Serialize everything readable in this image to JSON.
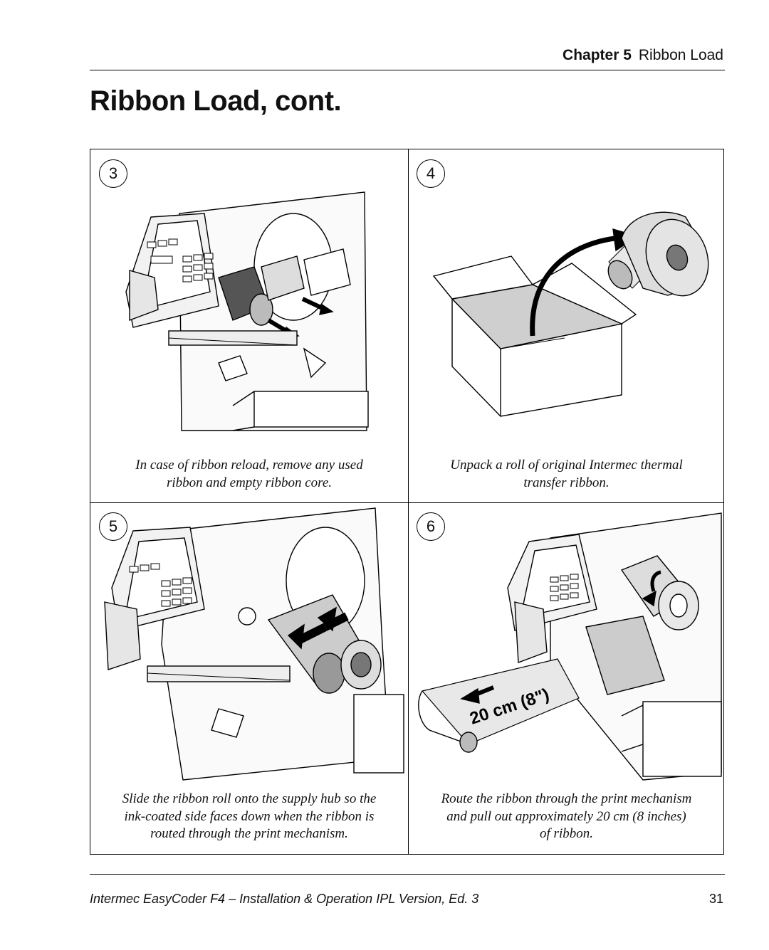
{
  "header": {
    "chapter_label": "Chapter 5",
    "chapter_title": "Ribbon Load"
  },
  "title": "Ribbon Load, cont.",
  "steps": [
    {
      "number": "3",
      "caption_lines": [
        "In case of ribbon reload, remove any used",
        "ribbon and empty ribbon core."
      ]
    },
    {
      "number": "4",
      "caption_lines": [
        "Unpack a roll of original Intermec thermal",
        "transfer ribbon."
      ]
    },
    {
      "number": "5",
      "caption_lines": [
        "Slide the ribbon roll onto the supply hub so the",
        "ink-coated side faces down when the ribbon is",
        "routed through the print mechanism."
      ]
    },
    {
      "number": "6",
      "caption_lines": [
        "Route the ribbon through the print mechanism",
        "and pull out approximately 20 cm (8 inches)",
        "of ribbon."
      ],
      "ribbon_length_label": "20 cm (8\")"
    }
  ],
  "footer": {
    "text": "Intermec EasyCoder F4 – Installation & Operation IPL Version, Ed. 3",
    "page": "31"
  }
}
